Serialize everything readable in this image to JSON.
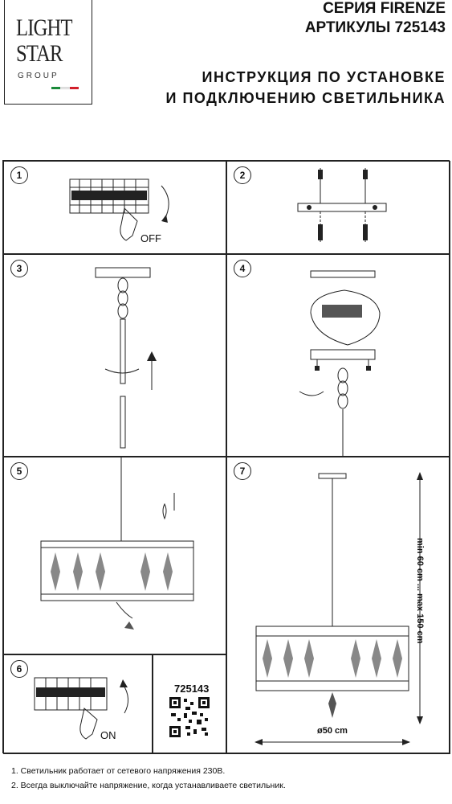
{
  "brand": {
    "line1": "LIGHT",
    "line2": "STAR",
    "line3": "GROUP",
    "flag_colors": [
      "#1a8a3a",
      "#ffffff",
      "#d21f2b"
    ]
  },
  "header": {
    "series": "СЕРИЯ FIRENZE",
    "articles": "АРТИКУЛЫ 725143",
    "instruction_line1": "ИНСТРУКЦИЯ ПО УСТАНОВКЕ",
    "instruction_line2": "И ПОДКЛЮЧЕНИЮ СВЕТИЛЬНИКА"
  },
  "steps": {
    "s1": {
      "number": "1",
      "label": "OFF"
    },
    "s2": {
      "number": "2"
    },
    "s3": {
      "number": "3"
    },
    "s4": {
      "number": "4"
    },
    "s5": {
      "number": "5"
    },
    "s6": {
      "number": "6",
      "label": "ON",
      "article": "725143"
    },
    "s7": {
      "number": "7",
      "height_label": "min 60 cm ... max 150 cm",
      "diameter_label": "ø50 cm"
    }
  },
  "notes": [
    "1. Светильник работает от сетевого напряжения 230В.",
    "2. Всегда выключайте напряжение, когда устанавливаете светильник."
  ]
}
